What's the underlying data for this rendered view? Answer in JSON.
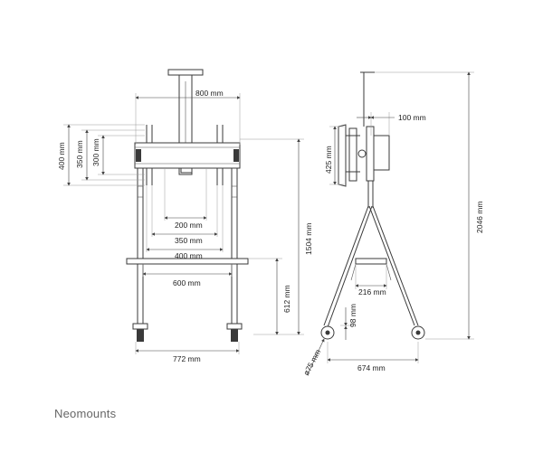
{
  "front_view": {
    "width_top": "800 mm",
    "height_400": "400 mm",
    "height_350": "350 mm",
    "height_300": "300 mm",
    "hole_200": "200 mm",
    "hole_350": "350 mm",
    "hole_400": "400 mm",
    "crossbar_600": "600 mm",
    "base_772": "772 mm",
    "height_1504": "1504 mm",
    "height_612": "612 mm"
  },
  "side_view": {
    "offset_100": "100 mm",
    "height_425": "425 mm",
    "shelf_216": "216 mm",
    "height_98": "98 mm",
    "wheel_75": "ø75 mm",
    "base_674": "674 mm",
    "total_2046": "2046 mm"
  },
  "brand": {
    "name": "Neomounts"
  }
}
